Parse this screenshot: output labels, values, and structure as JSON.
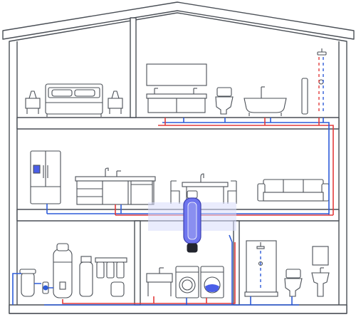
{
  "colors": {
    "outline": "#4a4f56",
    "hot": "#e23b3b",
    "cold": "#2d5bd8",
    "fixture_fill": "#ffffff",
    "wall": "#ffffff",
    "water_fill": "#4a5ee8",
    "filter_body": "#8a8ff0"
  },
  "diagram": {
    "levels": [
      "upper-floor",
      "main-floor",
      "basement"
    ],
    "rooms": {
      "upper-floor": [
        "bedroom",
        "bathroom"
      ],
      "main-floor": [
        "kitchen",
        "dining",
        "living-room"
      ],
      "basement": [
        "utility-room",
        "laundry",
        "shower-room",
        "toilet-room"
      ]
    },
    "fixtures": [
      "bed",
      "nightstand-left",
      "nightstand-right",
      "bathroom-mirror",
      "double-vanity",
      "toilet-upper",
      "bathtub",
      "shower-head-upper",
      "refrigerator",
      "kitchen-island",
      "dishwasher",
      "dining-table",
      "chair-left",
      "chair-right",
      "sofa",
      "whole-house-water-filter",
      "water-heater",
      "water-softener",
      "ro-filter-system",
      "utility-sink",
      "washing-machine",
      "dryer",
      "shower-stall",
      "toilet-lower",
      "wall-sink"
    ],
    "icons": [
      "water-main-inlet-icon",
      "pressure-tank-icon"
    ]
  }
}
